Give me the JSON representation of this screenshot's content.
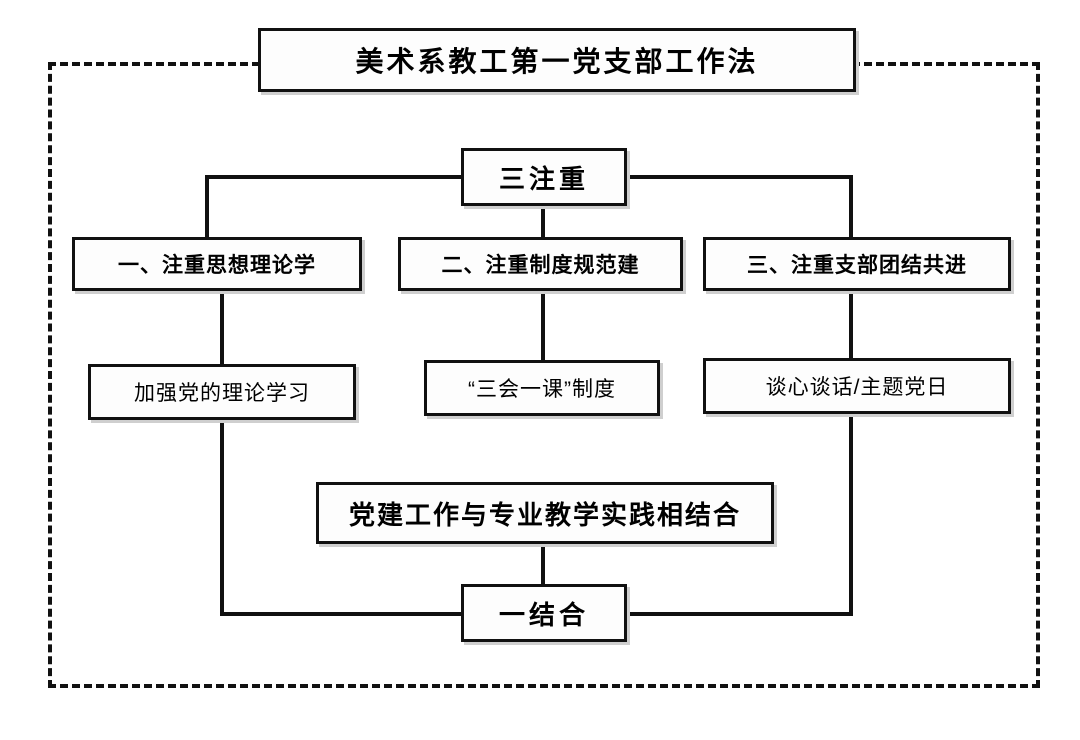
{
  "diagram": {
    "title": "美术系教工第一党支部工作法",
    "top_hub": "三注重",
    "bottom_hub": "一结合",
    "pillars": [
      {
        "label": "一、注重思想理论学",
        "leaf": "加强党的理论学习"
      },
      {
        "label": "二、注重制度规范建",
        "leaf": "“三会一课”制度"
      },
      {
        "label": "三、注重支部团结共进",
        "leaf": "谈心谈话/主题党日"
      }
    ],
    "combine": "党建工作与专业教学实践相结合",
    "colors": {
      "line": "#111111",
      "box_fill": "#fdfdfd",
      "background": "#ffffff",
      "shadow": "#cfcfcf"
    }
  }
}
